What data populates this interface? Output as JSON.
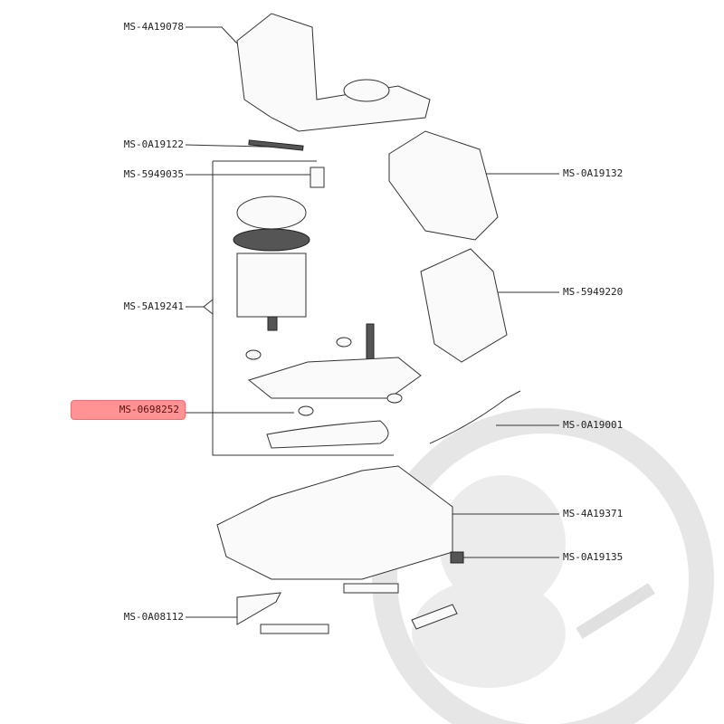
{
  "left_labels": [
    "MS-4A19078",
    "MS-0A19122",
    "MS-5949035",
    "MS-5A19241",
    "MS-0698252",
    "MS-0A08112"
  ],
  "right_labels": [
    "MS-0A19132",
    "MS-5949220",
    "MS-0A19001",
    "MS-4A19371",
    "MS-0A19135"
  ],
  "highlighted_part": "MS-0698252",
  "colors": {
    "highlight": "#ff7a7a",
    "watermark": "#e4e4e4",
    "line": "#333333"
  }
}
